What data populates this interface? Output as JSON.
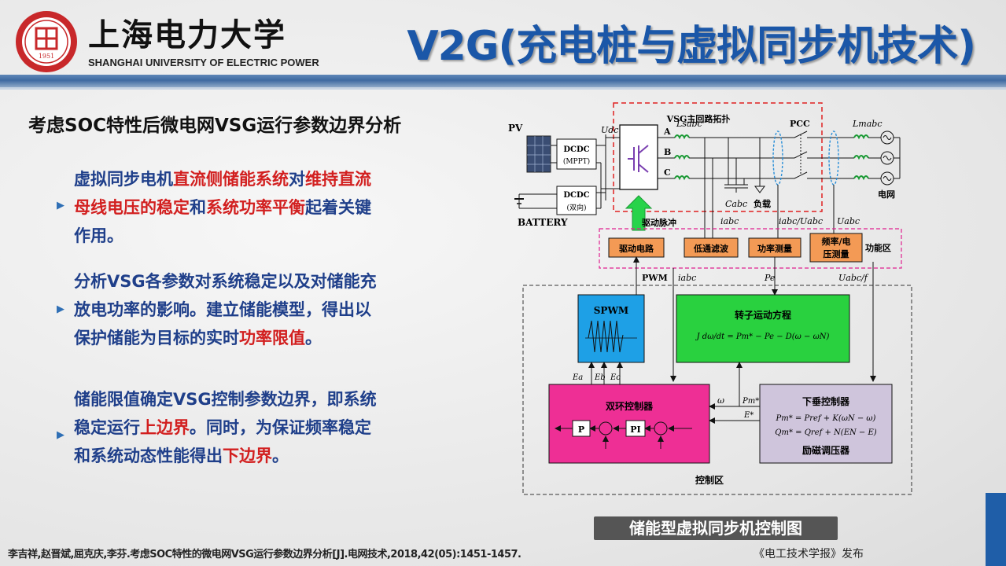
{
  "header": {
    "university_cn": "上海电力大学",
    "university_en": "SHANGHAI UNIVERSITY OF ELECTRIC POWER",
    "seal_year": "1951",
    "title": "V2G(充电桩与虚拟同步机技术)"
  },
  "section_heading": "考虑SOC特性后微电网VSG运行参数边界分析",
  "bullets": [
    {
      "segments": [
        {
          "text": "虚拟同步电机",
          "red": false
        },
        {
          "text": "直流侧储能系统",
          "red": true
        },
        {
          "text": "对",
          "red": false
        },
        {
          "text": "维持直流母线电压的稳定",
          "red": true
        },
        {
          "text": "和",
          "red": false
        },
        {
          "text": "系统功率平衡",
          "red": true
        },
        {
          "text": "起着关键作用。",
          "red": false
        }
      ]
    },
    {
      "segments": [
        {
          "text": "分析VSG各参数对系统稳定以及对储能充放电功率的影响。建立储能模型，得出以保护储能为目标的实时",
          "red": false
        },
        {
          "text": "功率限值",
          "red": true
        },
        {
          "text": "。",
          "red": false
        }
      ]
    },
    {
      "segments": [
        {
          "text": "储能限值确定VSG控制参数边界，即系统稳定运行",
          "red": false
        },
        {
          "text": "上边界",
          "red": true
        },
        {
          "text": "。同时，为保证频率稳定和系统动态性能得出",
          "red": false
        },
        {
          "text": "下边界",
          "red": true
        },
        {
          "text": "。",
          "red": false
        }
      ]
    }
  ],
  "diagram": {
    "pv": "PV",
    "battery": "BATTERY",
    "dcdc_mppt": "DCDC",
    "mppt": "(MPPT)",
    "dcdc_bi": "DCDC",
    "bidir": "(双向)",
    "udc": "Udc",
    "phase_a": "A",
    "phase_b": "B",
    "phase_c": "C",
    "lsabc": "Lsabc",
    "topology": "VSG主回路拓扑",
    "pcc": "PCC",
    "lmabc": "Lmabc",
    "grid": "电网",
    "cabc": "Cabc",
    "load": "负载",
    "drive_pulse": "驱动脉冲",
    "iabc1": "iabc",
    "iabc_uabc": "iabc/Uabc",
    "uabc": "Uabc",
    "drive_circuit": "驱动电路",
    "lowpass": "低通滤波",
    "power_meas": "功率测量",
    "freq_meas_1": "频率/电",
    "freq_meas_2": "压测量",
    "function_zone": "功能区",
    "pwm": "PWM",
    "iabc2": "iabc",
    "pe": "Pe",
    "uabc_f": "Uabc/f",
    "spwm": "SPWM",
    "rotor_eq": "转子运动方程",
    "rotor_formula": "J dω/dt = Pm* − Pe − D(ω − ωN)",
    "ea": "Ea",
    "eb": "Eb",
    "ec": "Ec",
    "omega": "ω",
    "pm": "Pm*",
    "estar": "E*",
    "dual_loop": "双环控制器",
    "p_block": "P",
    "pi_block": "PI",
    "droop": "下垂控制器",
    "droop_eq1": "Pm* = Pref + K(ωN − ω)",
    "droop_eq2": "Qm* = Qref + N(EN − E)",
    "excitation": "励磁调压器",
    "control_zone": "控制区"
  },
  "caption": "储能型虚拟同步机控制图",
  "footer": {
    "reference": "李吉祥,赵晋斌,屈克庆,李芬.考虑SOC特性的微电网VSG运行参数边界分析[J].电网技术,2018,42(05):1451-1457.",
    "publisher": "《电工技术学报》发布"
  },
  "colors": {
    "title_blue": "#1b57a8",
    "text_blue": "#1f3f8a",
    "highlight_red": "#d21f1f",
    "spwm_block": "#1ea0e6",
    "rotor_block": "#29d13f",
    "dual_loop_block": "#ee2f95",
    "droop_block": "#cfc5dc",
    "measure_block": "#f39a55"
  }
}
